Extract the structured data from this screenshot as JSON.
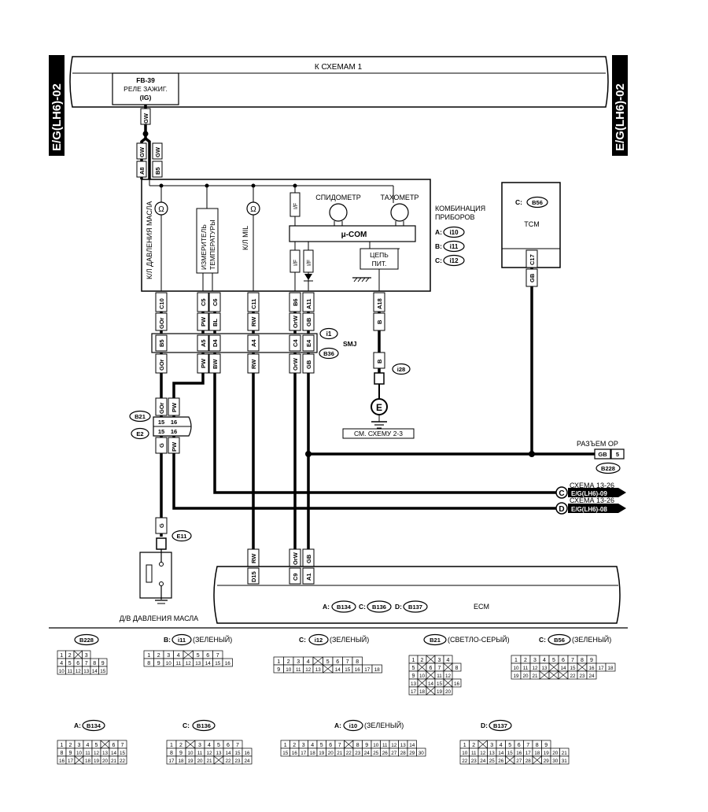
{
  "side_tags": {
    "left": "E/G(LH6)-02",
    "right": "E/G(LH6)-02"
  },
  "top_bus": {
    "label": "К СХЕМАМ 1"
  },
  "relay": {
    "code": "FB-39",
    "name": "РЕЛЕ ЗАЖИГ.",
    "sub": "(IG)"
  },
  "wire_codes": {
    "gw_top": "GW",
    "gw_a8": "GW",
    "gw_b5": "GW",
    "c10": "GOr",
    "c5": "PW",
    "c6": "BL",
    "c11": "RW",
    "b6": "OrW",
    "a11": "GB",
    "a18": "B",
    "smj_b5": "GOr",
    "smj_a5": "PW",
    "smj_d4": "BW",
    "smj_a4": "RW",
    "smj_c4": "OrW",
    "smj_e4": "GB",
    "b21_15": "GOr",
    "b21_16": "PW",
    "e2_15": "G",
    "e2_16": "PW",
    "e11_wire": "G",
    "i28_wire": "B",
    "tcm_wire": "GB",
    "ecm_d15": "RW",
    "ecm_c9": "OrW",
    "ecm_a1": "GB",
    "b228_wire": "GB"
  },
  "pins": {
    "a8": "A8",
    "b5_top": "B5",
    "c10": "C10",
    "c5": "C5",
    "c6": "C6",
    "c11": "C11",
    "b6": "B6",
    "a11": "A11",
    "a18": "A18",
    "smj_b5": "B5",
    "smj_a5": "A5",
    "smj_d4": "D4",
    "smj_a4": "A4",
    "smj_c4": "C4",
    "smj_e4": "E4",
    "b21_15": "15",
    "b21_16": "16",
    "e2_15": "15",
    "e2_16": "16",
    "c17": "C17",
    "ecm_d15": "D15",
    "ecm_c9": "C9",
    "ecm_a1": "A1",
    "b228_5": "5"
  },
  "combo": {
    "oil_lamp": "К/Л ДАВЛЕНИЯ МАСЛА",
    "temp_gauge_1": "ИЗМЕРИТЕЛЬ",
    "temp_gauge_2": "ТЕМПЕРАТУРЫ",
    "mil_lamp": "К/Л MIL",
    "speedometer": "СПИДОМЕТР",
    "tachometer": "ТАХОМЕТР",
    "ucom": "μ-COM",
    "power_1": "ЦЕПЬ",
    "power_2": "ПИТ.",
    "if_top": "I/F",
    "if_a": "I/F",
    "if_b": "I/F",
    "title_1": "КОМБИНАЦИЯ",
    "title_2": "ПРИБОРОВ",
    "conn_a_prefix": "A:",
    "conn_a": "i10",
    "conn_b_prefix": "B:",
    "conn_b": "i11",
    "conn_c_prefix": "C:",
    "conn_c": "i12"
  },
  "tcm": {
    "conn_prefix": "C:",
    "conn": "B56",
    "label": "TCM"
  },
  "smj": {
    "label": "SMJ",
    "conn_top": "i1",
    "conn_bottom": "B36"
  },
  "ground": {
    "conn": "i28",
    "symbol": "E",
    "ref": "СМ. СХЕМУ 2-3"
  },
  "b21_e2": {
    "top": "B21",
    "bottom": "E2"
  },
  "oil_switch": {
    "conn": "E11",
    "label": "Д/В ДАВЛЕНИЯ МАСЛА"
  },
  "op_connector": {
    "label": "РАЗЪЕМ ОР",
    "conn": "B228"
  },
  "refs": {
    "c_letter": "C",
    "c_text": "СХЕМА 13-26",
    "c_tag": "E/G(LH6)-09",
    "d_letter": "D",
    "d_text": "СХЕМА 13-26",
    "d_tag": "E/G(LH6)-08"
  },
  "ecm": {
    "label": "ECM",
    "a_prefix": "A:",
    "a_conn": "B134",
    "c_prefix": "C:",
    "c_conn": "B136",
    "d_prefix": "D:",
    "d_conn": "B137"
  },
  "legend": {
    "b228": {
      "conn": "B228",
      "rows": [
        [
          "1",
          "2",
          "",
          "3"
        ],
        [
          "4",
          "5",
          "6",
          "7",
          "8",
          "9"
        ],
        [
          "10",
          "11",
          "12",
          "13",
          "14",
          "15"
        ]
      ]
    },
    "i11": {
      "prefix": "B:",
      "conn": "i11",
      "color": "(ЗЕЛЕНЫЙ)",
      "rows": [
        [
          "1",
          "2",
          "3",
          "4",
          "",
          "5",
          "6",
          "7"
        ],
        [
          "8",
          "9",
          "10",
          "11",
          "12",
          "13",
          "14",
          "15",
          "16"
        ]
      ]
    },
    "i12": {
      "prefix": "C:",
      "conn": "i12",
      "color": "(ЗЕЛЕНЫЙ)",
      "rows": [
        [
          "1",
          "2",
          "3",
          "4",
          "",
          "5",
          "6",
          "7",
          "8"
        ],
        [
          "9",
          "10",
          "11",
          "12",
          "13",
          "",
          "14",
          "15",
          "16",
          "17",
          "18"
        ]
      ]
    },
    "b21": {
      "conn": "B21",
      "color": "(СВЕТЛО-СЕРЫЙ)",
      "rows": [
        [
          "1",
          "2",
          "",
          "3",
          "4"
        ],
        [
          "5",
          "",
          "6",
          "7",
          "",
          "8"
        ],
        [
          "9",
          "10",
          "",
          "11",
          "12"
        ],
        [
          "13",
          "",
          "14",
          "15",
          "",
          "16"
        ],
        [
          "17",
          "18",
          "",
          "19",
          "20"
        ]
      ]
    },
    "b56": {
      "prefix": "C:",
      "conn": "B56",
      "color": "(ЗЕЛЕНЫЙ)",
      "rows": [
        [
          "1",
          "2",
          "3",
          "4",
          "5",
          "6",
          "7",
          "8",
          "9"
        ],
        [
          "10",
          "11",
          "12",
          "13",
          "",
          "14",
          "15",
          "",
          "16",
          "17",
          "18"
        ],
        [
          "19",
          "20",
          "21",
          "",
          "",
          "",
          "22",
          "23",
          "24"
        ]
      ]
    },
    "b134": {
      "prefix": "A:",
      "conn": "B134",
      "rows": [
        [
          "1",
          "2",
          "3",
          "4",
          "5",
          "",
          "6",
          "7"
        ],
        [
          "8",
          "9",
          "10",
          "11",
          "12",
          "13",
          "14",
          "15"
        ],
        [
          "16",
          "17",
          "",
          "18",
          "19",
          "20",
          "21",
          "22"
        ]
      ]
    },
    "b136": {
      "prefix": "C:",
      "conn": "B136",
      "rows": [
        [
          "1",
          "2",
          "",
          "3",
          "4",
          "5",
          "6",
          "7"
        ],
        [
          "8",
          "9",
          "10",
          "11",
          "12",
          "13",
          "14",
          "15",
          "16"
        ],
        [
          "17",
          "18",
          "19",
          "20",
          "21",
          "",
          "22",
          "23",
          "24"
        ]
      ]
    },
    "i10": {
      "prefix": "A:",
      "conn": "i10",
      "color": "(ЗЕЛЕНЫЙ)",
      "rows": [
        [
          "1",
          "2",
          "3",
          "4",
          "5",
          "6",
          "7",
          "",
          "8",
          "9",
          "10",
          "11",
          "12",
          "13",
          "14"
        ],
        [
          "15",
          "16",
          "17",
          "18",
          "19",
          "20",
          "21",
          "22",
          "23",
          "24",
          "25",
          "26",
          "27",
          "28",
          "29",
          "30"
        ]
      ]
    },
    "b137": {
      "prefix": "D:",
      "conn": "B137",
      "rows": [
        [
          "1",
          "2",
          "",
          "3",
          "4",
          "5",
          "6",
          "7",
          "8",
          "9"
        ],
        [
          "10",
          "11",
          "12",
          "13",
          "14",
          "15",
          "16",
          "17",
          "18",
          "19",
          "20",
          "21"
        ],
        [
          "22",
          "23",
          "24",
          "25",
          "26",
          "",
          "27",
          "28",
          "",
          "29",
          "30",
          "31"
        ]
      ]
    }
  }
}
